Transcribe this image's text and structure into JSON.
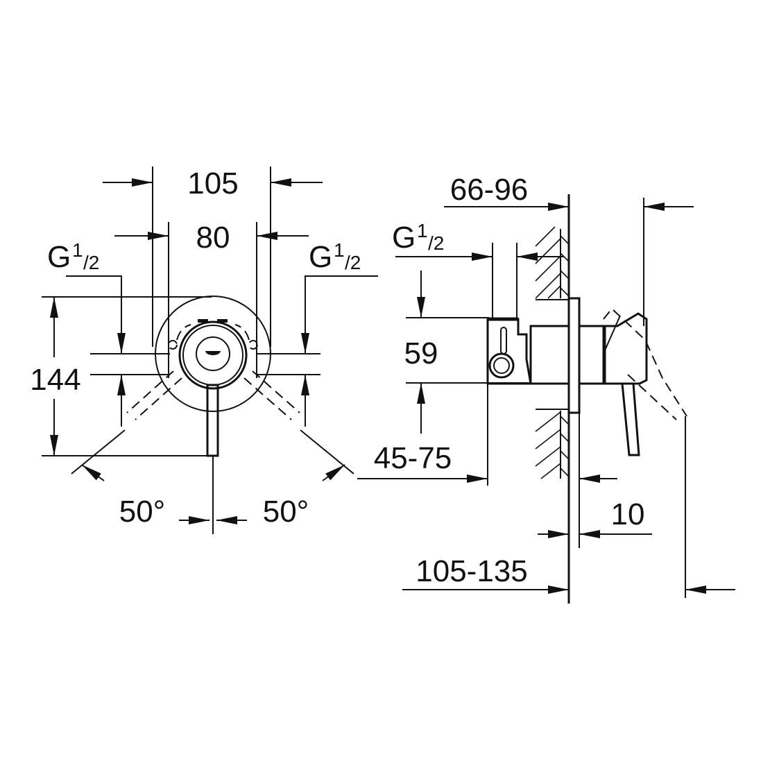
{
  "front_view": {
    "dim_width_outer": "105",
    "dim_width_inner": "80",
    "dim_height": "144",
    "thread_left": {
      "main": "G",
      "num": "1",
      "den": "/2"
    },
    "thread_right": {
      "main": "G",
      "num": "1",
      "den": "/2"
    },
    "angle_left": "50°",
    "angle_right": "50°"
  },
  "side_view": {
    "dim_wall_depth": "66-96",
    "thread": {
      "main": "G",
      "num": "1",
      "den": "/2"
    },
    "dim_connection_spacing": "59",
    "dim_connection_depth": "45-75",
    "dim_plate": "10",
    "dim_total_depth": "105-135"
  }
}
